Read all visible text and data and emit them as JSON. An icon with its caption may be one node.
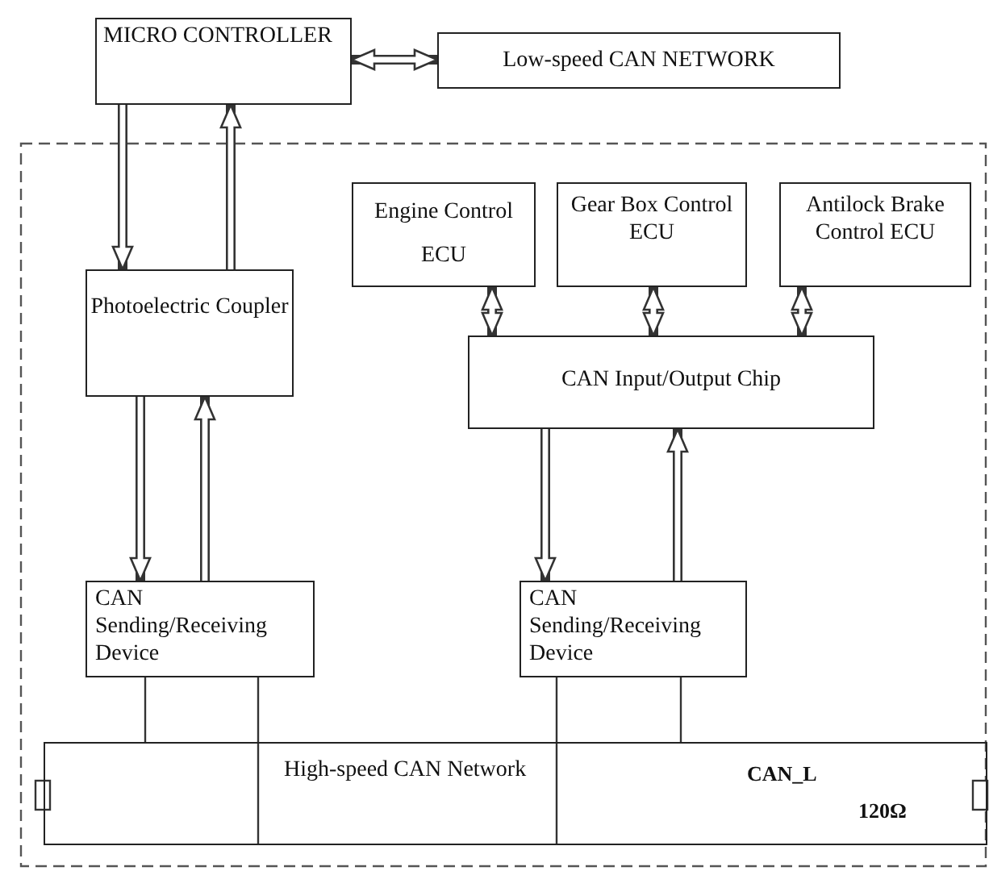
{
  "diagram": {
    "nodes": [
      {
        "text": [
          "MICRO CONTROLLER"
        ]
      },
      {
        "text": [
          "Low-speed CAN NETWORK"
        ]
      },
      {
        "text": [
          "Engine Control ECU"
        ]
      },
      {
        "text": [
          "Gear Box Control ECU"
        ]
      },
      {
        "text": [
          "Antilock Brake Control ECU"
        ]
      },
      {
        "text": [
          "Photoelectric Coupler"
        ]
      },
      {
        "text": [
          "CAN Input/Output Chip"
        ]
      },
      {
        "text": [
          "CAN Sending/Receiving Device"
        ]
      },
      {
        "text": [
          "CAN Sending/Receiving Device"
        ]
      },
      {
        "text": [
          "High-speed CAN Network"
        ]
      }
    ],
    "edges": [
      {
        "from": 0,
        "to": 1,
        "arrow": "both"
      },
      {
        "from": 0,
        "to": 5,
        "arrow": "to"
      },
      {
        "from": 5,
        "to": 0,
        "arrow": "to"
      },
      {
        "from": 2,
        "to": 6,
        "arrow": "both"
      },
      {
        "from": 3,
        "to": 6,
        "arrow": "both"
      },
      {
        "from": 4,
        "to": 6,
        "arrow": "both"
      },
      {
        "from": 5,
        "to": 7,
        "arrow": "to"
      },
      {
        "from": 7,
        "to": 5,
        "arrow": "to"
      },
      {
        "from": 6,
        "to": 8,
        "arrow": "to"
      },
      {
        "from": 8,
        "to": 6,
        "arrow": "to"
      },
      {
        "from": 7,
        "to": 9,
        "arrow": "none"
      },
      {
        "from": 7,
        "to": 9,
        "arrow": "none"
      },
      {
        "from": 8,
        "to": 9,
        "arrow": "none"
      },
      {
        "from": 8,
        "to": 9,
        "arrow": "none"
      }
    ],
    "labels": [
      "CAN_L",
      "120Ω"
    ]
  }
}
